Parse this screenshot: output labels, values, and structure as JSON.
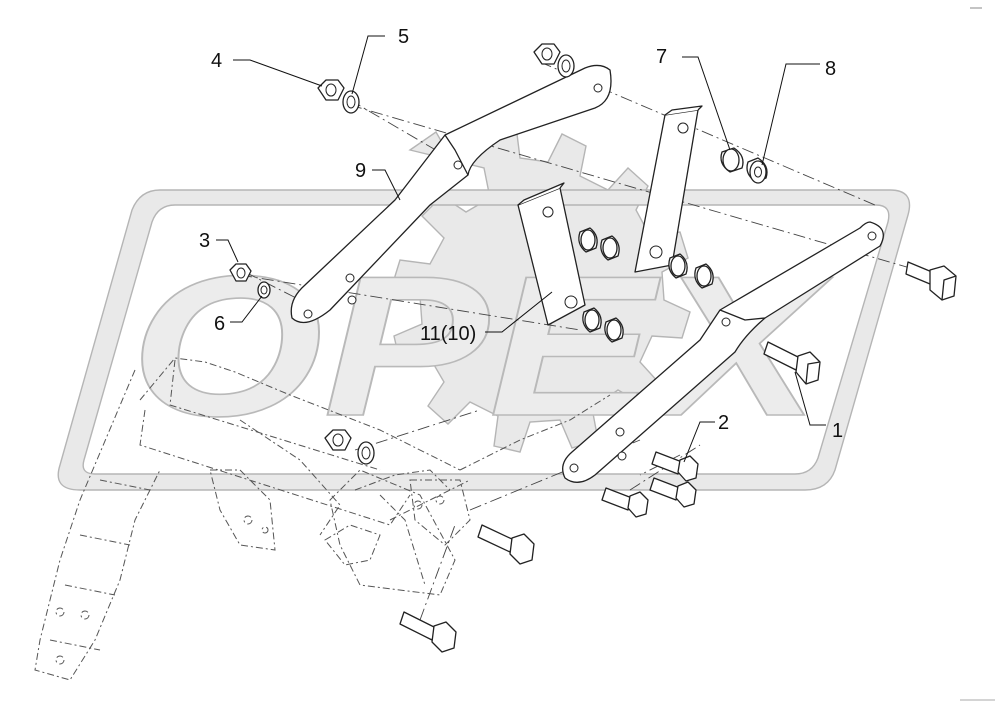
{
  "watermark": {
    "brand": "OPEX"
  },
  "callouts": {
    "c1": "1",
    "c2": "2",
    "c3": "3",
    "c4": "4",
    "c5": "5",
    "c6": "6",
    "c7": "7",
    "c8": "8",
    "c9": "9",
    "c11": "11(10)"
  },
  "colors": {
    "line": "#222222",
    "watermark_fill": "#e9e9e9",
    "watermark_stroke": "#b5b5b5"
  }
}
